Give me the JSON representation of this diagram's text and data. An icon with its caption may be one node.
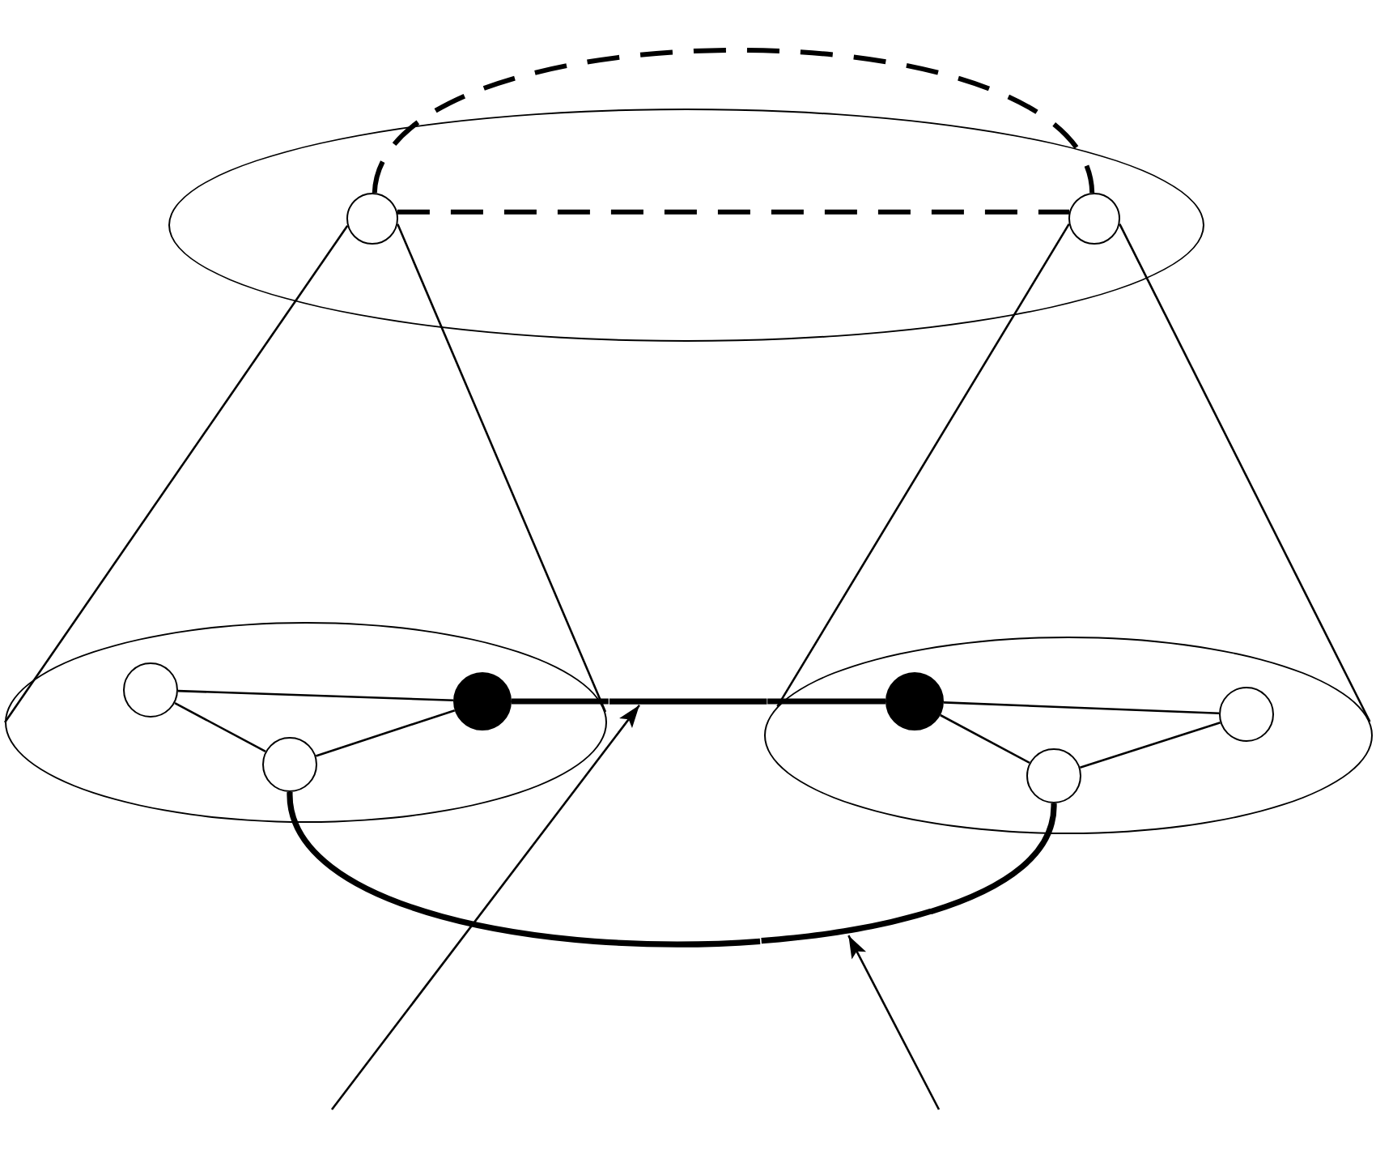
{
  "diagram": {
    "nodes": [
      {
        "text": [],
        "shape": "ellipse"
      },
      {
        "text": [],
        "shape": "circle",
        "in": 0
      },
      {
        "text": [],
        "shape": "circle",
        "in": 0
      },
      {
        "text": [],
        "shape": "ellipse"
      },
      {
        "text": [],
        "shape": "circle",
        "in": 3
      },
      {
        "text": [],
        "shape": "circle",
        "in": 3
      },
      {
        "text": [],
        "shape": "circle",
        "in": 3
      },
      {
        "text": [],
        "shape": "ellipse"
      },
      {
        "text": [],
        "shape": "circle",
        "in": 7
      },
      {
        "text": [],
        "shape": "circle",
        "in": 7
      },
      {
        "text": [],
        "shape": "circle",
        "in": 7
      },
      {
        "text": [],
        "shape": "line"
      },
      {
        "text": [],
        "shape": "line"
      }
    ],
    "edges": [
      {
        "from": 1,
        "to": 2,
        "arrow": "none",
        "style": "dashed"
      },
      {
        "from": 1,
        "to": 2,
        "arrow": "none",
        "style": "dashed"
      },
      {
        "from": 1,
        "to": 3,
        "arrow": "none"
      },
      {
        "from": 1,
        "to": 3,
        "arrow": "none"
      },
      {
        "from": 2,
        "to": 7,
        "arrow": "none"
      },
      {
        "from": 2,
        "to": 7,
        "arrow": "none"
      },
      {
        "from": 4,
        "to": 6,
        "arrow": "none"
      },
      {
        "from": 4,
        "to": 5,
        "arrow": "none"
      },
      {
        "from": 5,
        "to": 6,
        "arrow": "none"
      },
      {
        "from": 8,
        "to": 10,
        "arrow": "none"
      },
      {
        "from": 8,
        "to": 9,
        "arrow": "none"
      },
      {
        "from": 9,
        "to": 10,
        "arrow": "none"
      },
      {
        "from": 6,
        "to": 11,
        "arrow": "none",
        "style": "thick"
      },
      {
        "from": 11,
        "to": 8,
        "arrow": "none",
        "style": "thick"
      },
      {
        "from": 5,
        "to": 12,
        "arrow": "none",
        "style": "thick"
      },
      {
        "from": 12,
        "to": 9,
        "arrow": "none",
        "style": "thick"
      },
      {
        "from": null,
        "to": 11,
        "arrow": "to"
      },
      {
        "from": null,
        "to": 12,
        "arrow": "to"
      }
    ]
  }
}
